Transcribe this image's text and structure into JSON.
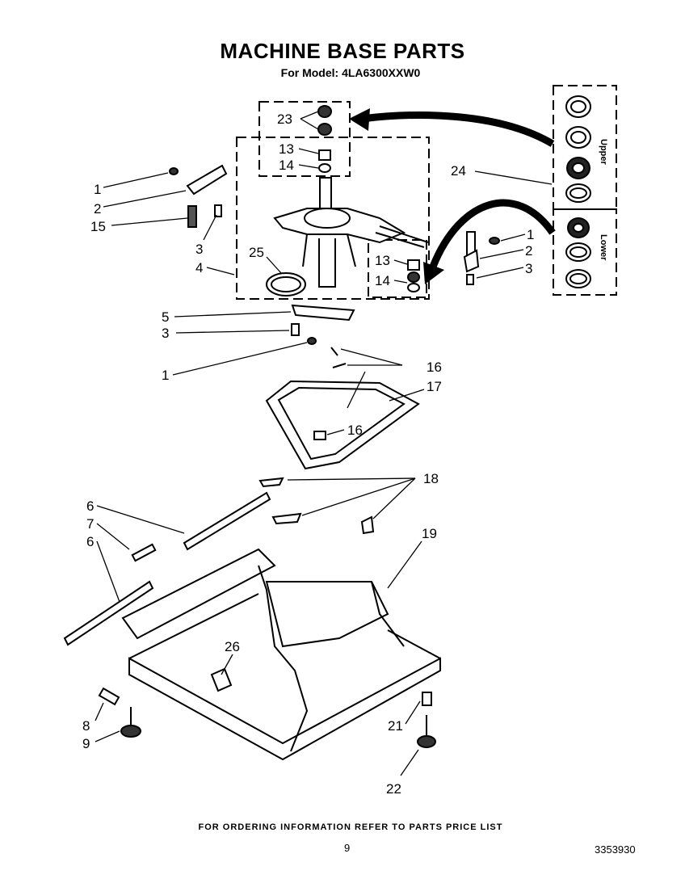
{
  "title": "MACHINE BASE PARTS",
  "subtitle": "For Model: 4LA6300XXW0",
  "footer": "FOR ORDERING INFORMATION REFER TO PARTS PRICE LIST",
  "page_number": "9",
  "doc_code": "3353930",
  "inset_labels": {
    "upper": "Upper",
    "lower": "Lower"
  },
  "callouts": {
    "c23": "23",
    "c13a": "13",
    "c14a": "14",
    "c24": "24",
    "c1a": "1",
    "c2a": "2",
    "c15": "15",
    "c3a": "3",
    "c4": "4",
    "c25": "25",
    "c13b": "13",
    "c14b": "14",
    "c1b": "1",
    "c2b": "2",
    "c3b": "3",
    "c5": "5",
    "c3c": "3",
    "c1c": "1",
    "c16a": "16",
    "c17": "17",
    "c16b": "16",
    "c18": "18",
    "c6a": "6",
    "c7": "7",
    "c6b": "6",
    "c19": "19",
    "c26": "26",
    "c8": "8",
    "c9": "9",
    "c21": "21",
    "c22": "22"
  }
}
